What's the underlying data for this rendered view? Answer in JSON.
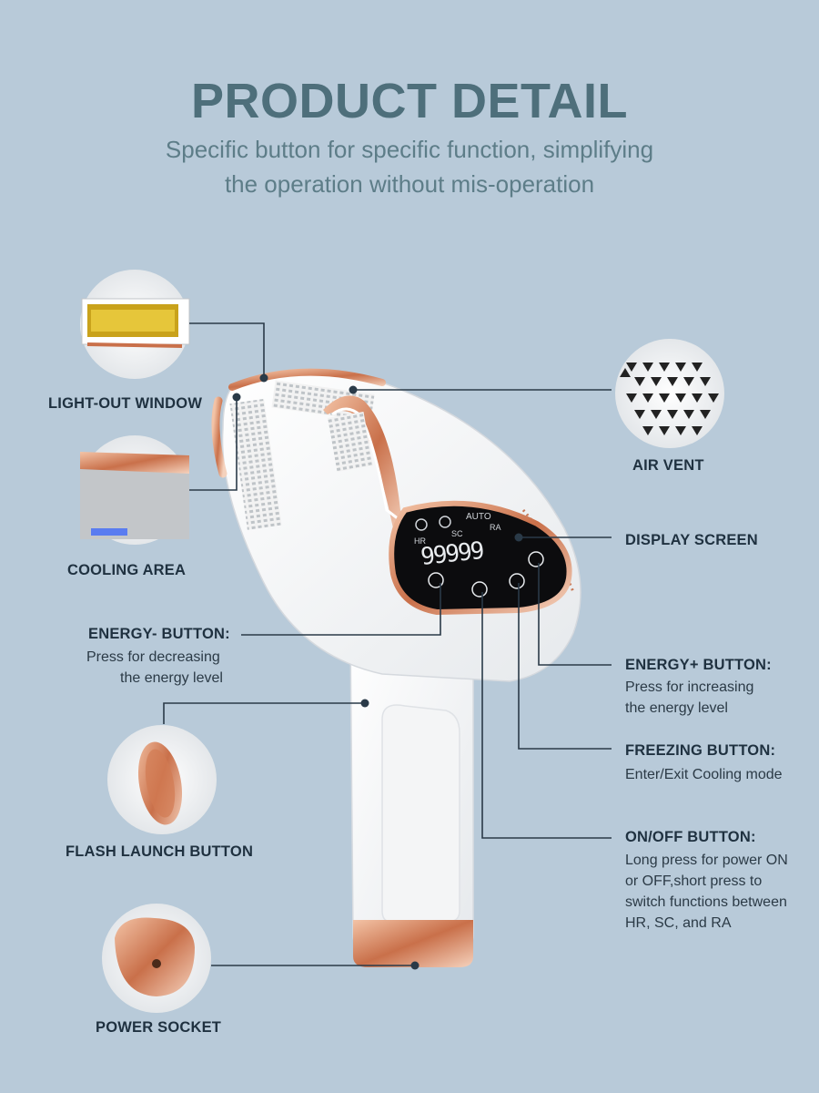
{
  "header": {
    "title": "PRODUCT DETAIL",
    "subtitle_line1": "Specific button for specific function, simplifying",
    "subtitle_line2": "the operation without mis-operation"
  },
  "callouts": {
    "light_out_window": "LIGHT-OUT WINDOW",
    "cooling_area": "COOLING AREA",
    "energy_minus": {
      "label": "ENERGY- BUTTON:",
      "desc1": "Press for decreasing",
      "desc2": "the energy level"
    },
    "flash_launch": "FLASH LAUNCH BUTTON",
    "power_socket": "POWER SOCKET",
    "air_vent": "AIR VENT",
    "display_screen": "DISPLAY SCREEN",
    "energy_plus": {
      "label": "ENERGY+ BUTTON:",
      "desc1": "Press for increasing",
      "desc2": "the energy level"
    },
    "freezing": {
      "label": "FREEZING BUTTON:",
      "desc1": "Enter/Exit Cooling mode"
    },
    "on_off": {
      "label": "ON/OFF BUTTON:",
      "desc1": "Long press for power ON",
      "desc2": "or OFF,short press to",
      "desc3": "switch functions between",
      "desc4": "HR, SC, and RA"
    }
  },
  "screen": {
    "hr": "HR",
    "sc": "SC",
    "auto": "AUTO",
    "ra": "RA",
    "digits": "99999"
  },
  "colors": {
    "background": "#b8cad9",
    "title": "#4e6f7b",
    "rose_gold": "#d98a67",
    "leader_line": "#2a3a48"
  }
}
